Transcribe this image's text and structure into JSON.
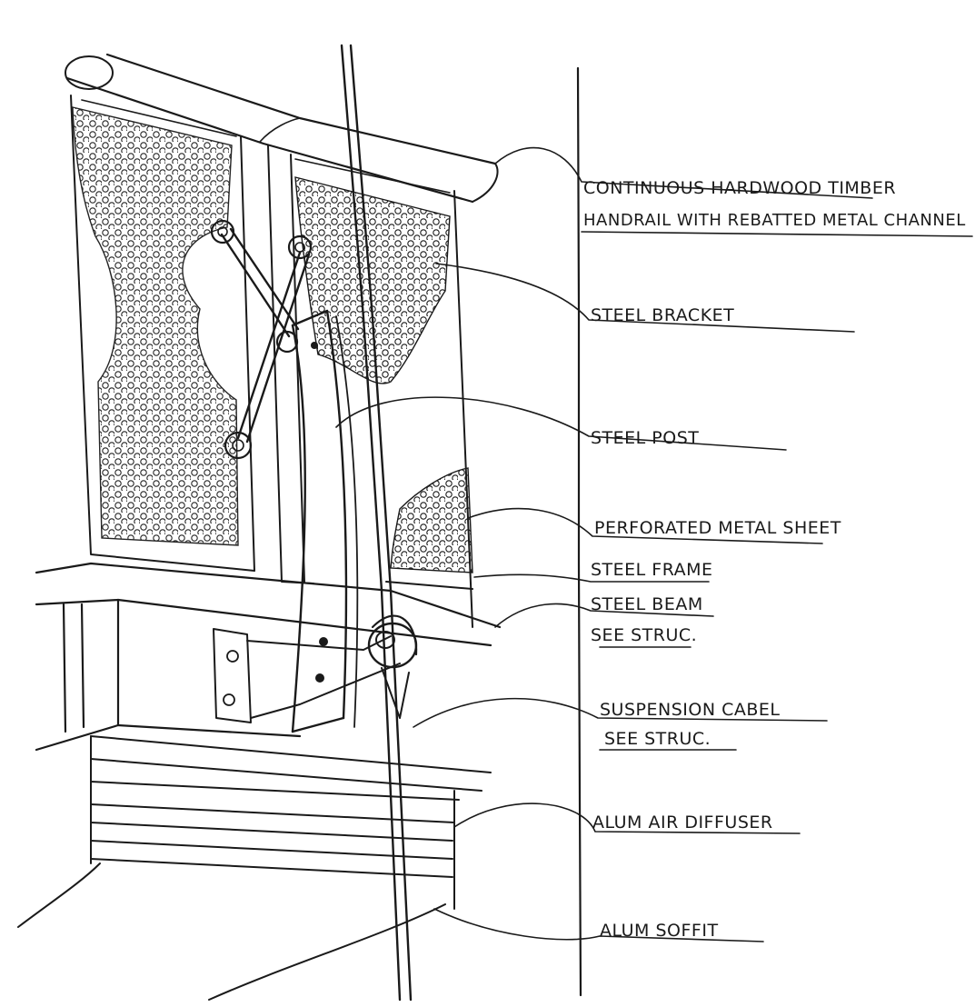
{
  "drawing": {
    "labels": [
      "CONTINUOUS HARDWOOD TIMBER",
      "HANDRAIL WITH REBATTED METAL CHANNEL",
      "STEEL BRACKET",
      "STEEL POST",
      "PERFORATED METAL SHEET",
      "STEEL FRAME",
      "STEEL BEAM",
      "SEE STRUC.",
      "SUSPENSION CABEL",
      "SEE STRUC.",
      "ALUM AIR DIFFUSER",
      "ALUM SOFFIT"
    ]
  }
}
